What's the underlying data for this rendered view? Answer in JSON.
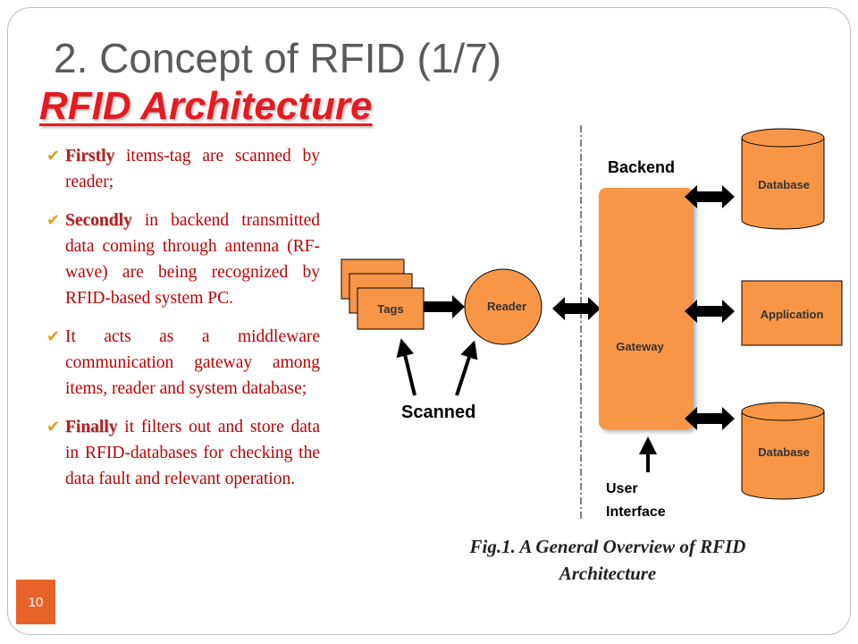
{
  "slide": {
    "title": "2. Concept of RFID (1/7)",
    "subtitle": "RFID Architecture",
    "page_number": "10"
  },
  "bullets": [
    {
      "lead": "Firstly",
      "text": " items-tag are scanned by reader;"
    },
    {
      "lead": "Secondly",
      "text": " in backend transmitted data coming through antenna (RF-wave) are being recognized by RFID-based system PC."
    },
    {
      "lead": "",
      "text": "It acts as a middleware communication gateway among items, reader and system database;"
    },
    {
      "lead": "Finally",
      "text": " it filters out and store data in RFID-databases for checking the data fault and relevant operation."
    }
  ],
  "diagram": {
    "tags_label": "Tags",
    "reader_label": "Reader",
    "gateway_label": "Gateway",
    "backend_label": "Backend",
    "scanned_label": "Scanned",
    "user_interface_label_line1": "User",
    "user_interface_label_line2": "Interface",
    "database_top_label": "Database",
    "application_label": "Application",
    "database_bottom_label": "Database",
    "fill_color": "#f79646",
    "caption_line1": "Fig.1. A General Overview of RFID",
    "caption_line2": "Architecture"
  }
}
